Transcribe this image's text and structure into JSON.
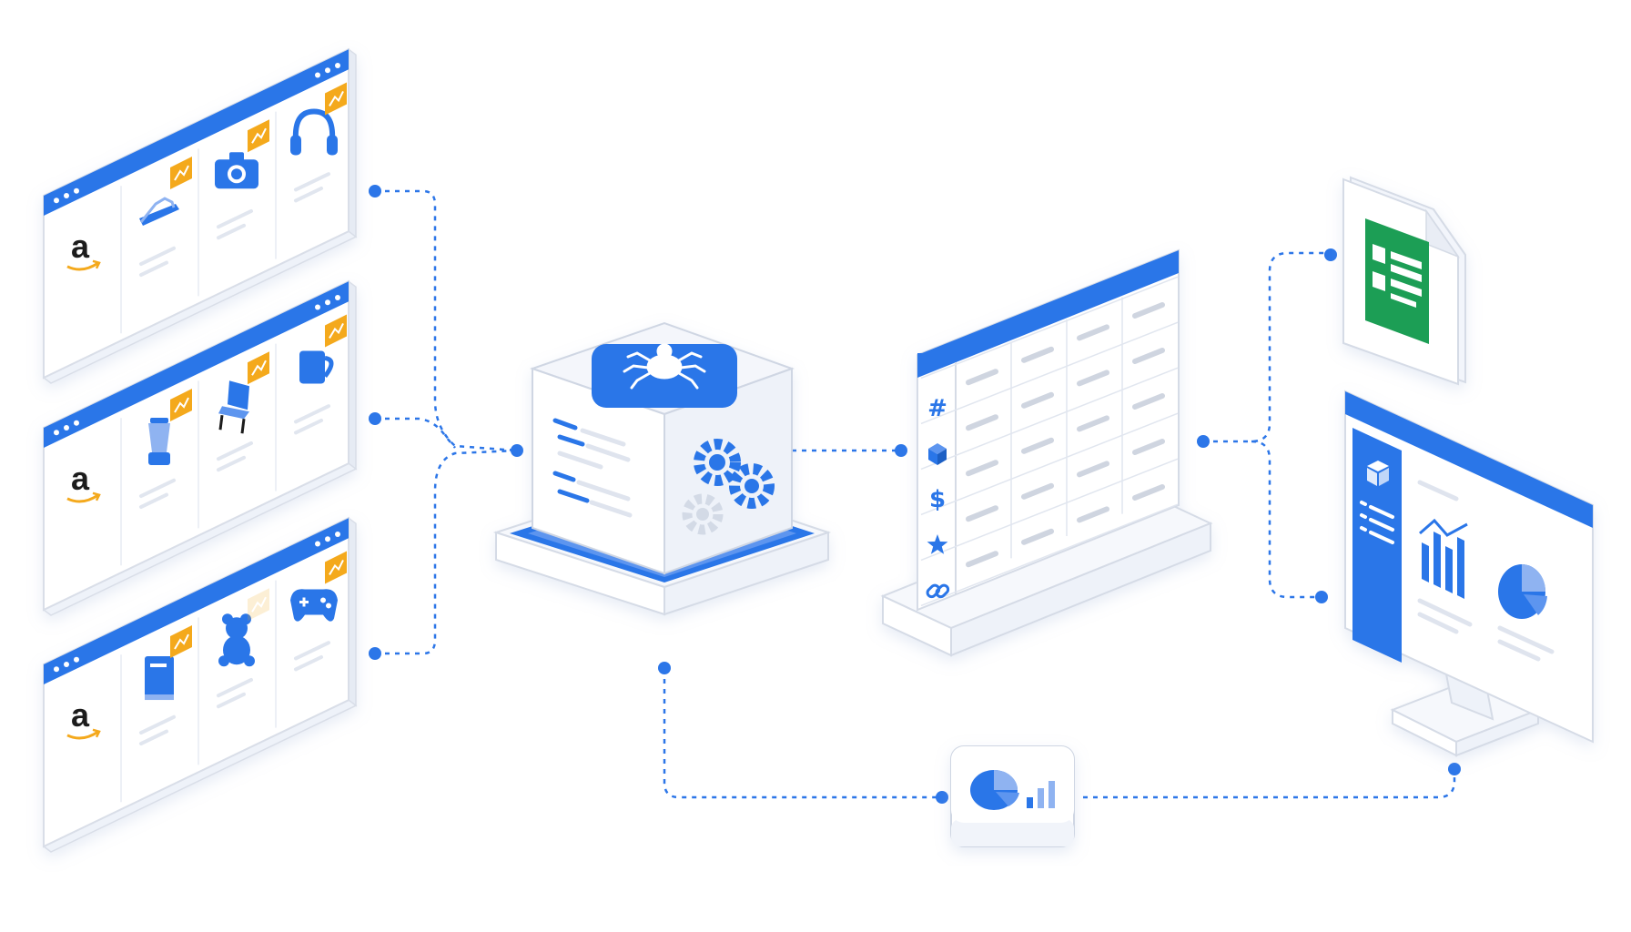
{
  "colors": {
    "primary": "#2c76e8",
    "primary_light": "#8fb3f1",
    "panel": "#f2f5fb",
    "outline": "#d9dee8",
    "trend_badge": "#f4a91f",
    "sheets_green": "#1e9e55",
    "logo_dark": "#1a1a1a",
    "logo_smile": "#f4a91f"
  },
  "stores": [
    {
      "logo": "a",
      "products": [
        "sneaker-icon",
        "camera-icon",
        "headphones-icon"
      ],
      "trending": [
        true,
        true,
        true
      ]
    },
    {
      "logo": "a",
      "products": [
        "blender-icon",
        "chair-icon",
        "mug-icon"
      ],
      "trending": [
        true,
        true,
        true
      ]
    },
    {
      "logo": "a",
      "products": [
        "book-icon",
        "teddy-bear-icon",
        "gamepad-icon"
      ],
      "trending": [
        true,
        false,
        true
      ]
    }
  ],
  "spreadsheet": {
    "row_icons": [
      {
        "icon": "hash-icon",
        "glyph": "#"
      },
      {
        "icon": "box-icon",
        "glyph": ""
      },
      {
        "icon": "dollar-icon",
        "glyph": "$"
      },
      {
        "icon": "star-icon",
        "glyph": ""
      },
      {
        "icon": "link-icon",
        "glyph": ""
      }
    ]
  },
  "scraper": {
    "icons": [
      "spider-icon",
      "gears-icon",
      "code-lines-icon"
    ]
  },
  "report": {
    "icons": [
      "pie-chart-icon",
      "bar-chart-icon"
    ]
  },
  "outputs": {
    "icons": [
      "google-sheets-icon",
      "monitor-dashboard-icon"
    ]
  }
}
